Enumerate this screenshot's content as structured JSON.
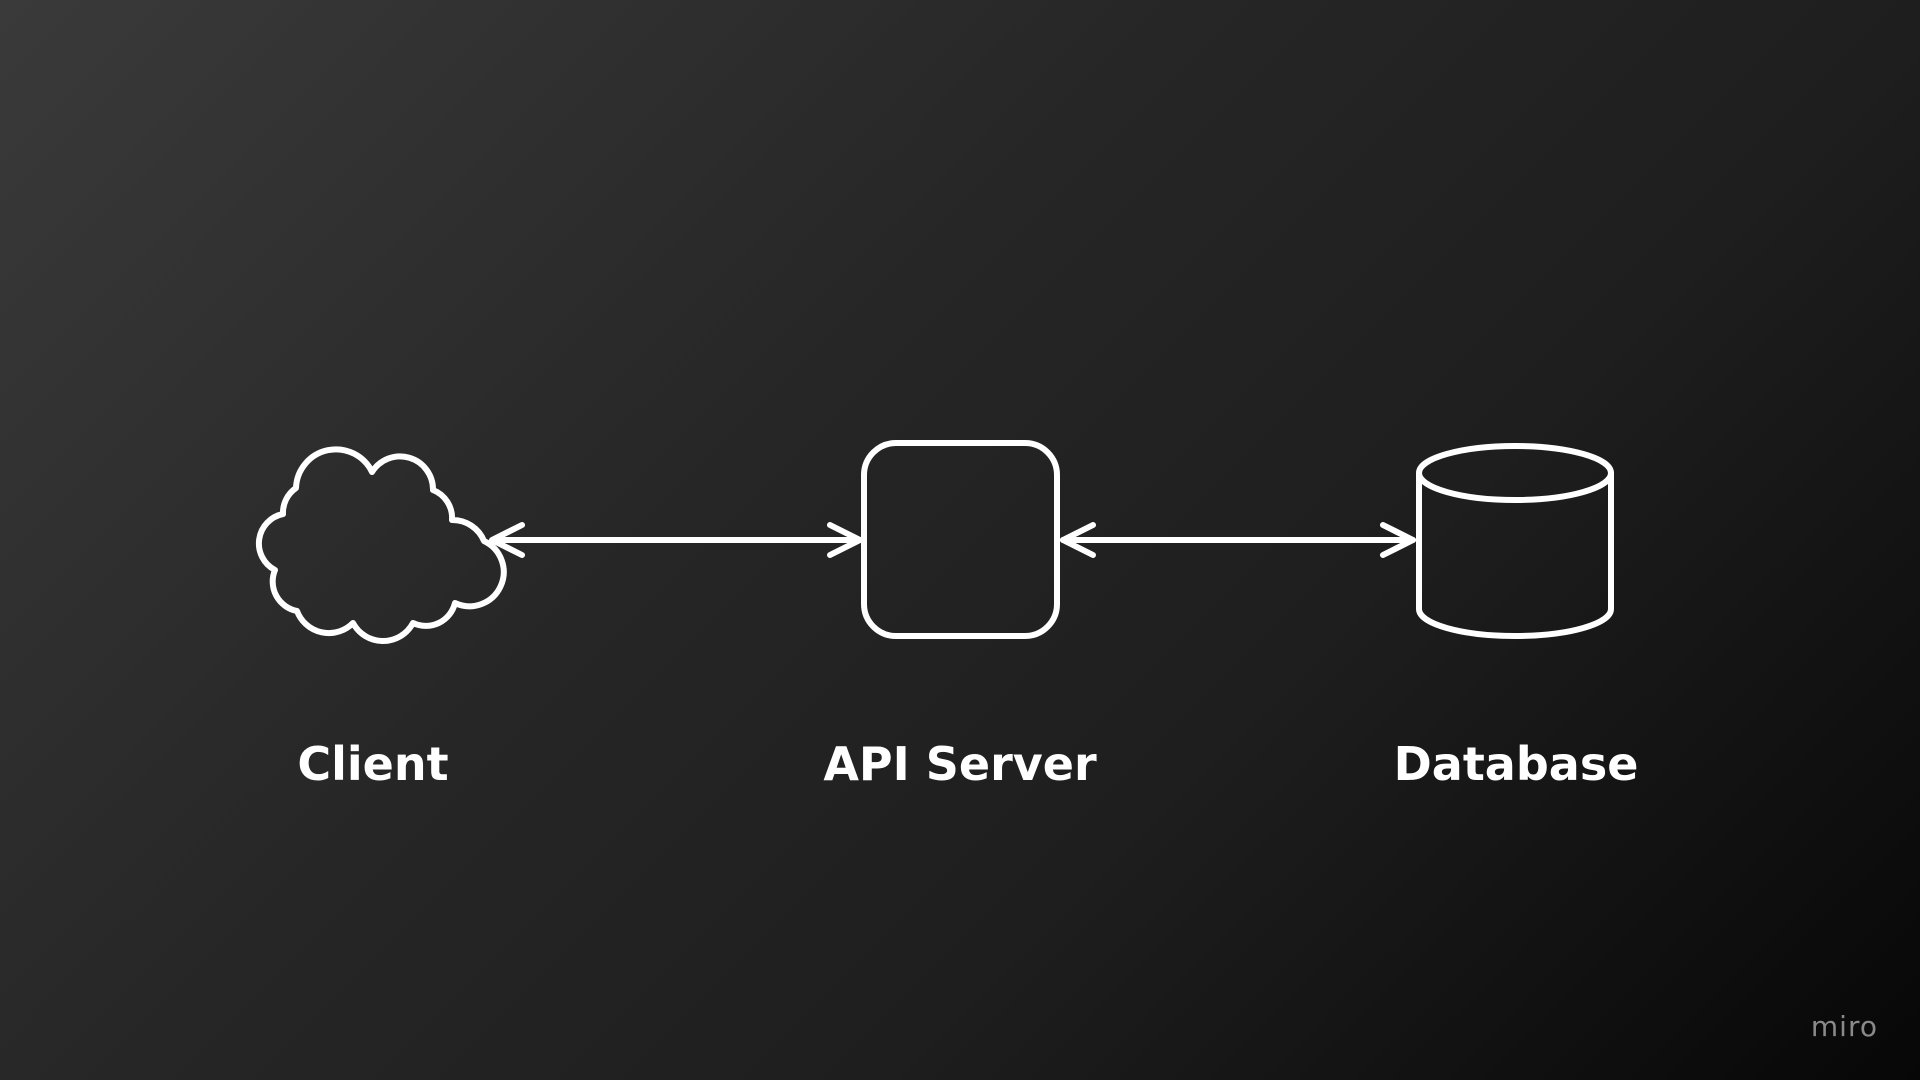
{
  "nodes": {
    "client": {
      "label": "Client",
      "icon": "cloud-icon"
    },
    "server": {
      "label": "API Server",
      "icon": "rounded-square-icon"
    },
    "database": {
      "label": "Database",
      "icon": "database-cylinder-icon"
    }
  },
  "connections": [
    {
      "from": "client",
      "to": "server",
      "direction": "bidirectional"
    },
    {
      "from": "server",
      "to": "database",
      "direction": "bidirectional"
    }
  ],
  "watermark": "miro",
  "colors": {
    "stroke": "#ffffff",
    "text": "#ffffff",
    "watermark": "#8a8a8a",
    "background_light": "#3a3a3a",
    "background_dark": "#070707"
  }
}
